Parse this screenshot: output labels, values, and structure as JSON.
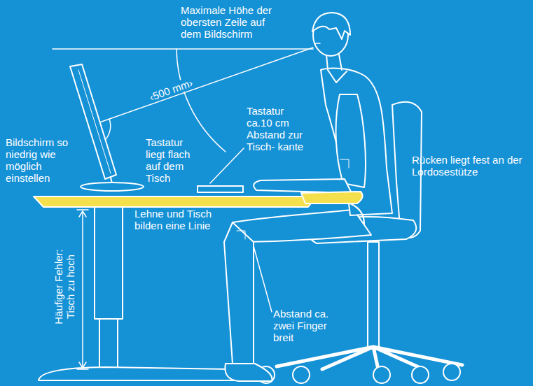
{
  "diagram": {
    "labels": [
      "Maximale Höhe der obersten Zeile auf dem Bildschirm",
      "‹500 mm›",
      "Tastatur ca.10 cm Abstand zur Tisch- kante",
      "Bildschirm so niedrig wie möglich einstellen",
      "Tastatur liegt flach auf dem Tisch",
      "Rücken liegt fest an der Lordosestütze",
      "Lehne und Tisch bilden eine Linie",
      "Häufiger Fehler: Tisch zu hoch",
      "Abstand ca. zwei Finger breit"
    ]
  }
}
